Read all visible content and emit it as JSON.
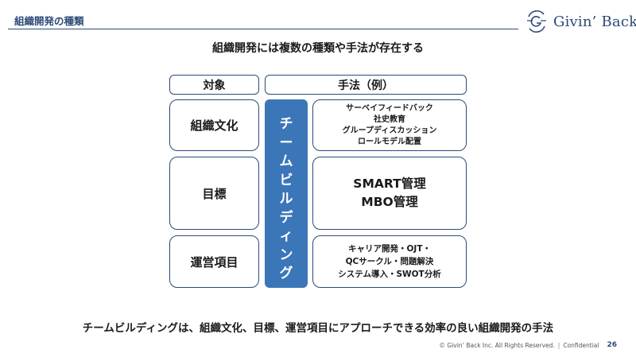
{
  "header": {
    "title": "組織開発の種類",
    "brand_name": "Givin’ Back",
    "brand_color": "#2c4a78"
  },
  "subtitle": "組織開発には複数の種類や手法が存在する",
  "table": {
    "col_target": "対象",
    "col_method": "手法（例）",
    "team_building_chars": [
      "チ",
      "ー",
      "ム",
      "ビ",
      "ル",
      "デ",
      "ィ",
      "ン",
      "グ"
    ],
    "team_color": "#3b76b9",
    "rows": [
      {
        "target": "組織文化",
        "methods": [
          "サーベイフィードバック",
          "社史教育",
          "グループディスカッション",
          "ロールモデル配置"
        ]
      },
      {
        "target": "目標",
        "methods": [
          "SMART管理",
          "MBO管理"
        ]
      },
      {
        "target": "運営項目",
        "methods": [
          "キャリア開発・OJT・",
          "QCサークル・問題解決",
          "システム導入・SWOT分析"
        ]
      }
    ]
  },
  "conclusion": "チームビルディングは、組織文化、目標、運営項目にアプローチできる効率の良い組織開発の手法",
  "footer": {
    "copyright": "© Givin’ Back Inc. All Rights Reserved.",
    "separator": "|",
    "confidential": "Confidential",
    "page_number": "26"
  }
}
